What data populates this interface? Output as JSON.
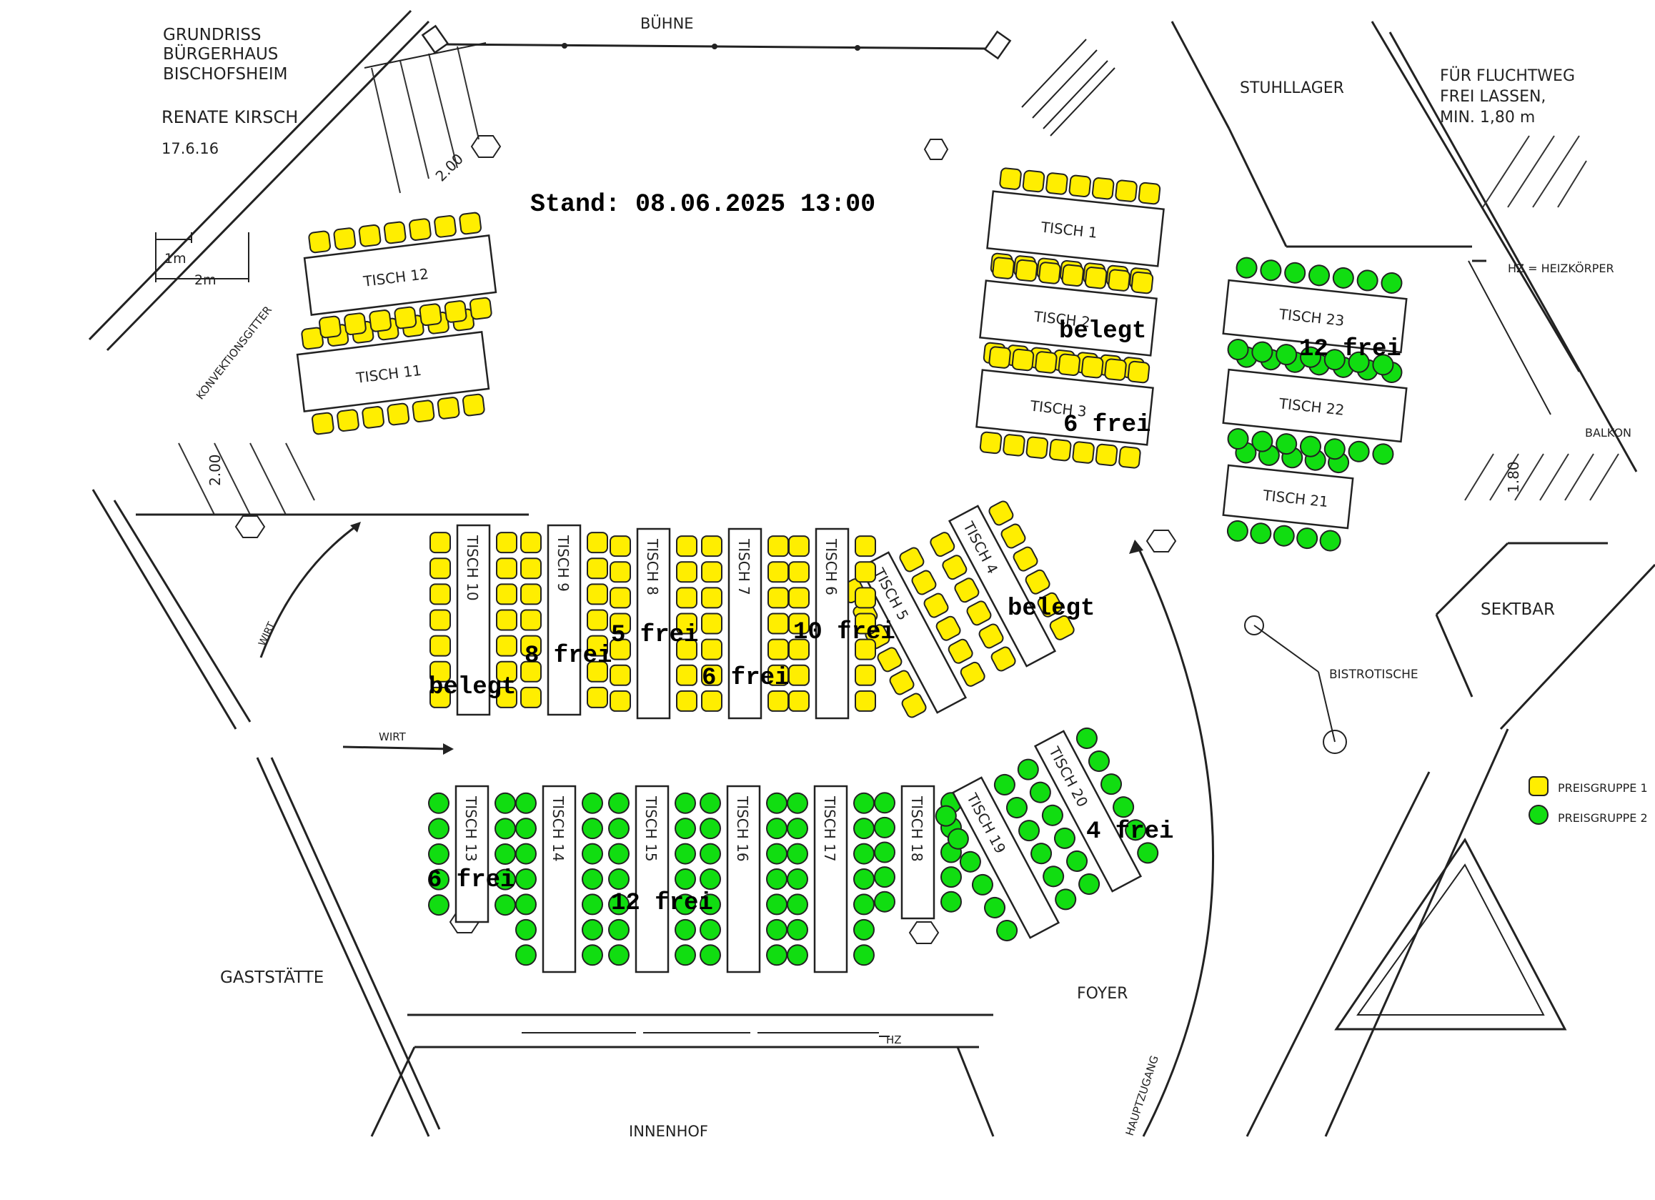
{
  "plan_title": [
    "GRUNDRISS",
    "BÜRGERHAUS",
    "BISCHOFSHEIM"
  ],
  "author": "RENATE KIRSCH",
  "date": "17.6.16",
  "status": "Stand: 08.06.2025 13:00",
  "rooms": {
    "stage": "BÜHNE",
    "storage": "STUHLLAGER",
    "escape_note": [
      "FÜR FLUCHTWEG",
      "FREI LASSEN,",
      "MIN. 1,80 m"
    ],
    "heater_note": "HZ = HEIZKÖRPER",
    "balcony": "BALKON",
    "bar": "SEKTBAR",
    "bistro": "BISTROTISCHE",
    "restaurant": "GASTSTÄTTE",
    "foyer": "FOYER",
    "courtyard": "INNENHOF",
    "main_entrance": "HAUPTZUGANG",
    "convection": "KONVEKTIONSGITTER",
    "host_1": "WIRT",
    "host_2": "WIRT",
    "heater": "HZ"
  },
  "dimensions": {
    "d1": "2.00",
    "d2": "2.00",
    "d3": "1.80",
    "scale_1": "1m",
    "scale_2": "2m"
  },
  "legend": [
    {
      "label": "PREISGRUPPE 1",
      "color": "#ffee00"
    },
    {
      "label": "PREISGRUPPE 2",
      "color": "#11dd11"
    }
  ],
  "table_label": "TISCH",
  "tables": [
    {
      "no": "1",
      "group": 1
    },
    {
      "no": "2",
      "group": 1
    },
    {
      "no": "3",
      "group": 1
    },
    {
      "no": "4",
      "group": 1
    },
    {
      "no": "5",
      "group": 1
    },
    {
      "no": "6",
      "group": 1
    },
    {
      "no": "7",
      "group": 1
    },
    {
      "no": "8",
      "group": 1
    },
    {
      "no": "9",
      "group": 1
    },
    {
      "no": "10",
      "group": 1
    },
    {
      "no": "11",
      "group": 1
    },
    {
      "no": "12",
      "group": 1
    },
    {
      "no": "13",
      "group": 2
    },
    {
      "no": "14",
      "group": 2
    },
    {
      "no": "15",
      "group": 2
    },
    {
      "no": "16",
      "group": 2
    },
    {
      "no": "17",
      "group": 2
    },
    {
      "no": "18",
      "group": 2
    },
    {
      "no": "19",
      "group": 2
    },
    {
      "no": "20",
      "group": 2
    },
    {
      "no": "21",
      "group": 2
    },
    {
      "no": "22",
      "group": 2
    },
    {
      "no": "23",
      "group": 2
    }
  ],
  "availability": [
    {
      "text": "belegt"
    },
    {
      "text": "6 frei"
    },
    {
      "text": "12 frei"
    },
    {
      "text": "belegt"
    },
    {
      "text": "10 frei"
    },
    {
      "text": "6 frei"
    },
    {
      "text": "5 frei"
    },
    {
      "text": "8 frei"
    },
    {
      "text": "belegt"
    },
    {
      "text": "6 frei"
    },
    {
      "text": "12 frei"
    },
    {
      "text": "4 frei"
    }
  ]
}
